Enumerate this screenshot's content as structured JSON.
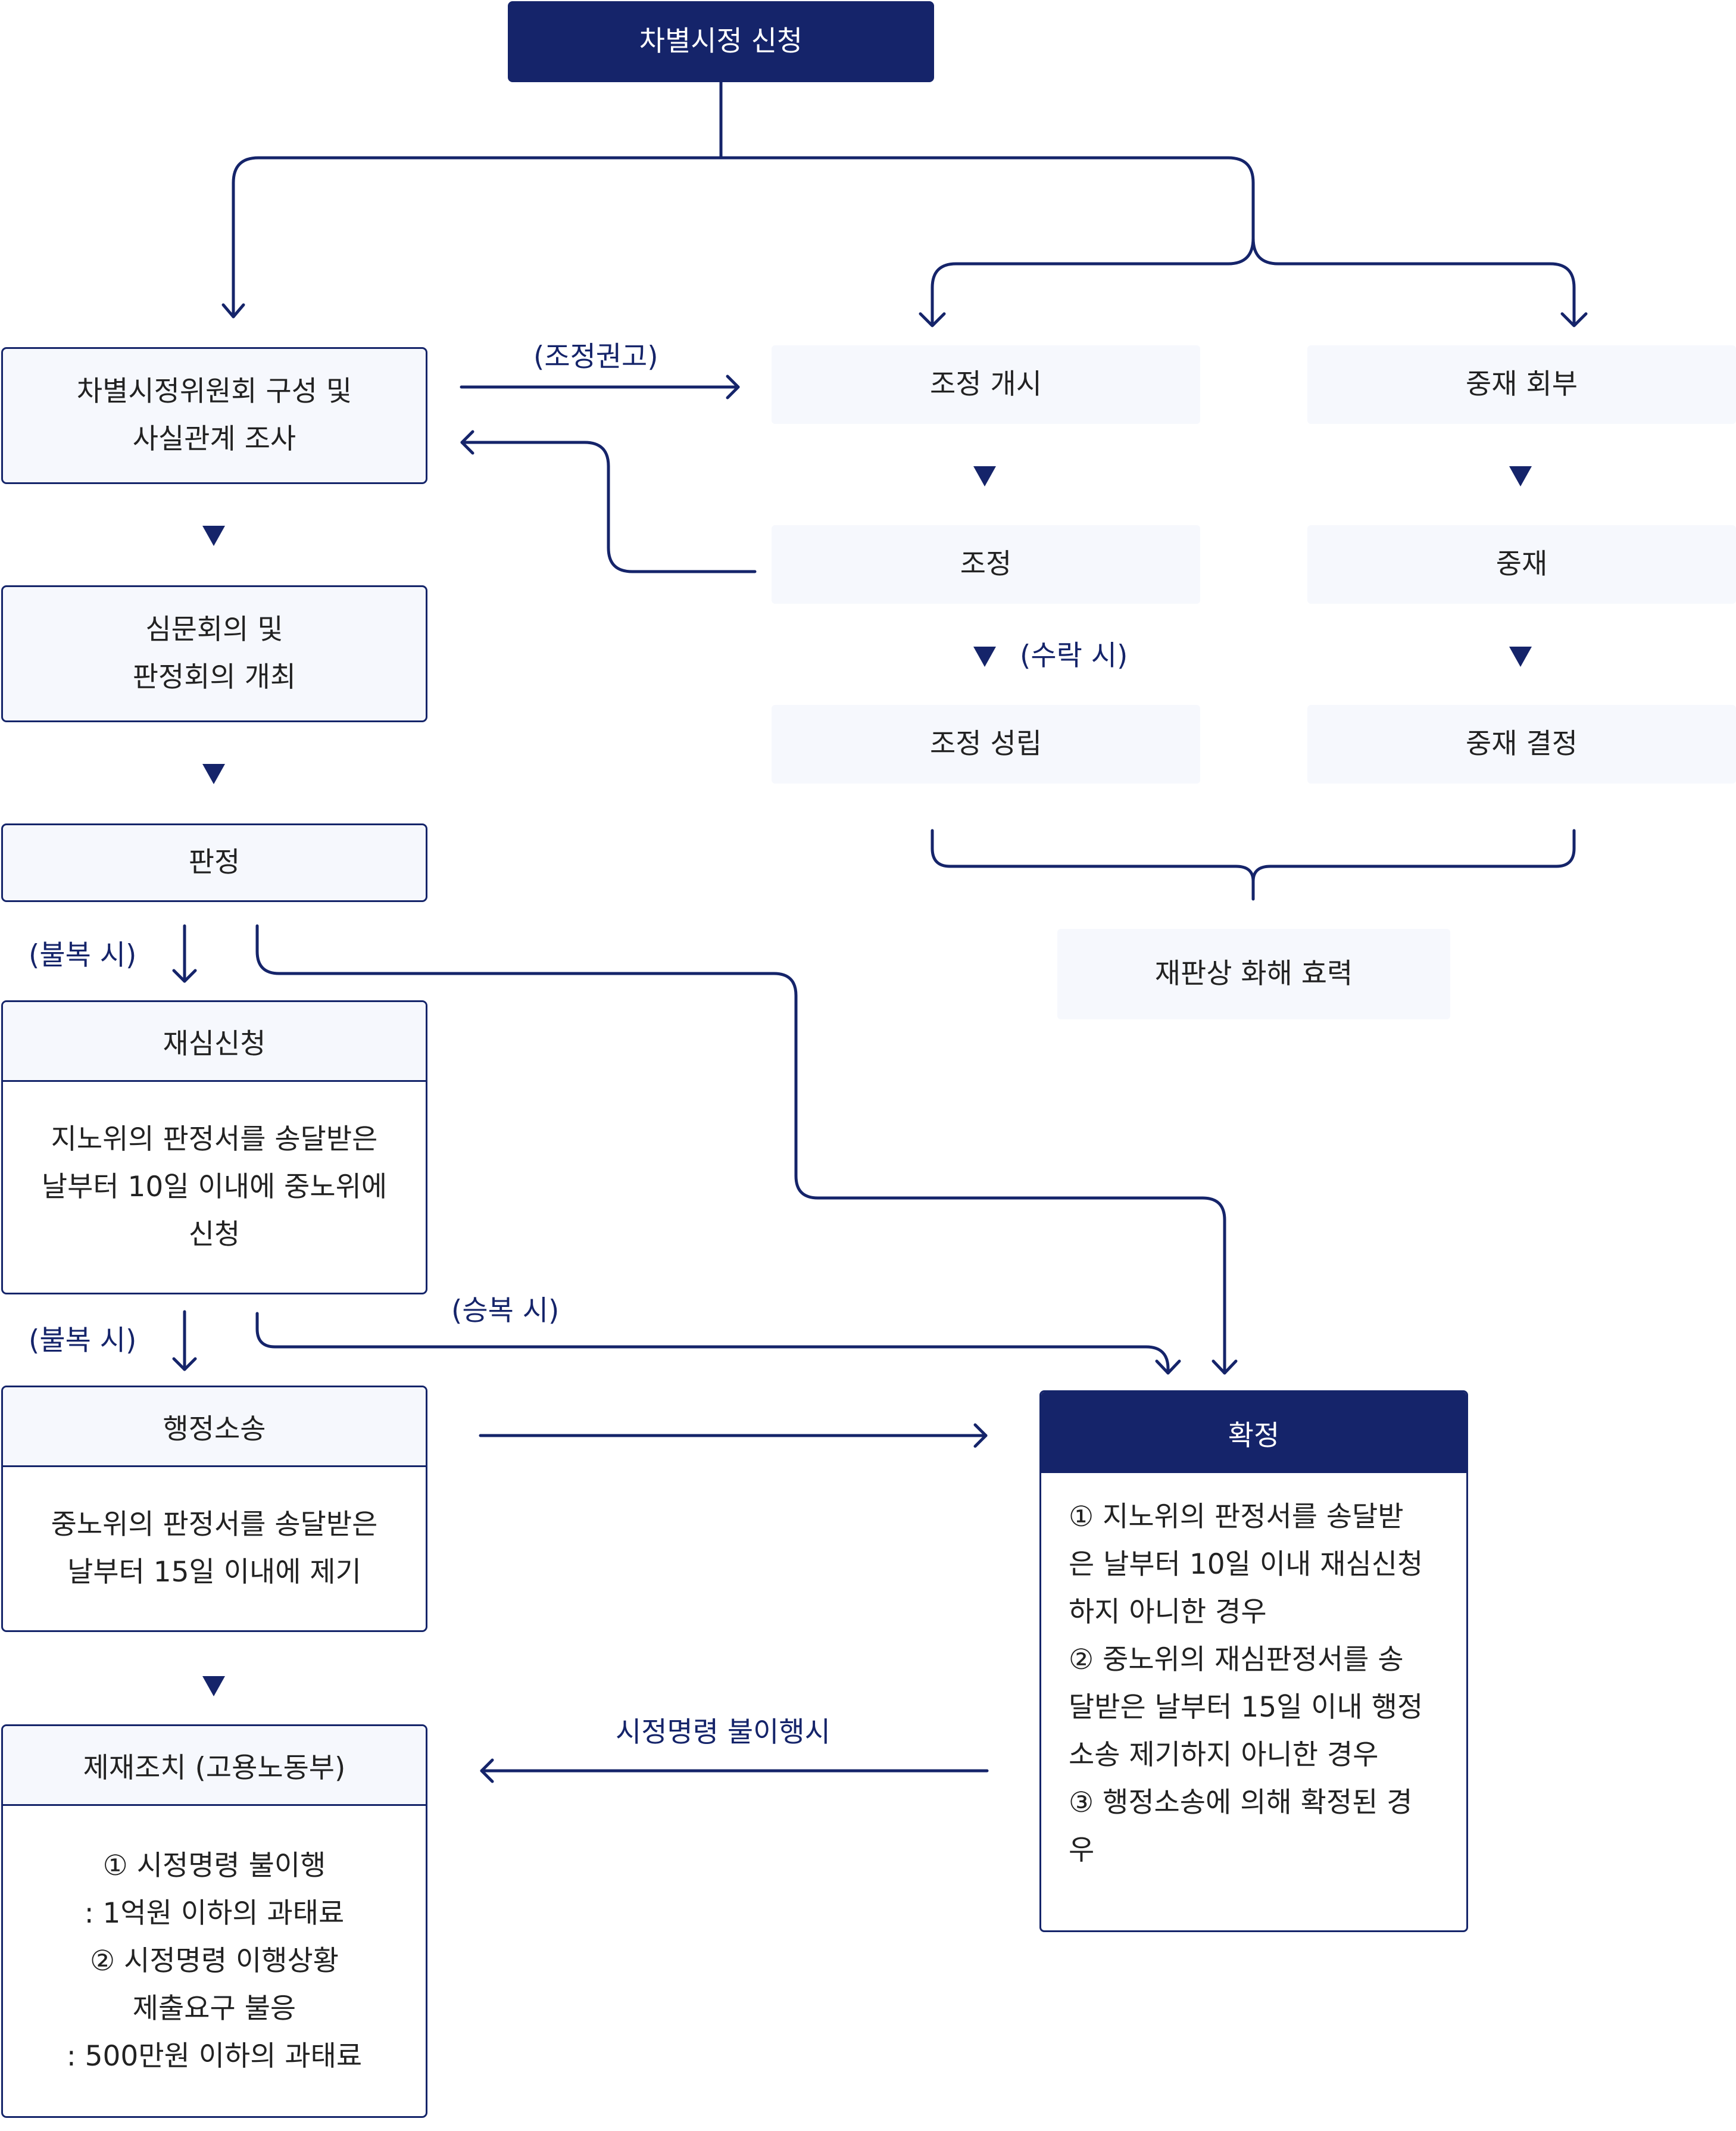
{
  "top": {
    "label": "차별시정 신청"
  },
  "left": {
    "committee": [
      "차별시정위원회 구성 및",
      "사실관계 조사"
    ],
    "hearing": [
      "심문회의 및",
      "판정회의 개최"
    ],
    "decision": "판정",
    "retrial": {
      "title": "재심신청",
      "body": [
        "지노위의 판정서를 송달받은",
        "날부터 10일 이내에 중노위에",
        "신청"
      ]
    },
    "lawsuit": {
      "title": "행정소송",
      "body": [
        "중노위의 판정서를 송달받은",
        "날부터 15일 이내에 제기"
      ]
    },
    "sanction": {
      "title": "제재조치 (고용노동부)",
      "body": [
        "① 시정명령 불이행",
        ": 1억원 이하의 과태료",
        "② 시정명령 이행상황",
        "제출요구 불응",
        ": 500만원 이하의 과태료"
      ]
    }
  },
  "mediation": {
    "start": "조정 개시",
    "process": "조정",
    "success": "조정 성립"
  },
  "arbitration": {
    "start": "중재 회부",
    "process": "중재",
    "decision": "중재 결정"
  },
  "settlement": "재판상 화해 효력",
  "confirm": {
    "title": "확정",
    "body": [
      "① 지노위의 판정서를 송달받",
      "은 날부터 10일 이내 재심신청",
      "하지 아니한 경우",
      "② 중노위의 재심판정서를 송",
      "달받은 날부터 15일 이내 행정",
      "소송 제기하지 아니한 경우",
      "③ 행정소송에 의해 확정된 경",
      "우"
    ]
  },
  "labels": {
    "recommend": "(조정권고)",
    "accept": "(수락 시)",
    "appeal1": "(불복 시)",
    "appeal2": "(불복 시)",
    "win": "(승복 시)",
    "noncompliance": "시정명령 불이행시"
  },
  "colors": {
    "navy": "#15246a",
    "box_fill": "#f6f8fd"
  }
}
